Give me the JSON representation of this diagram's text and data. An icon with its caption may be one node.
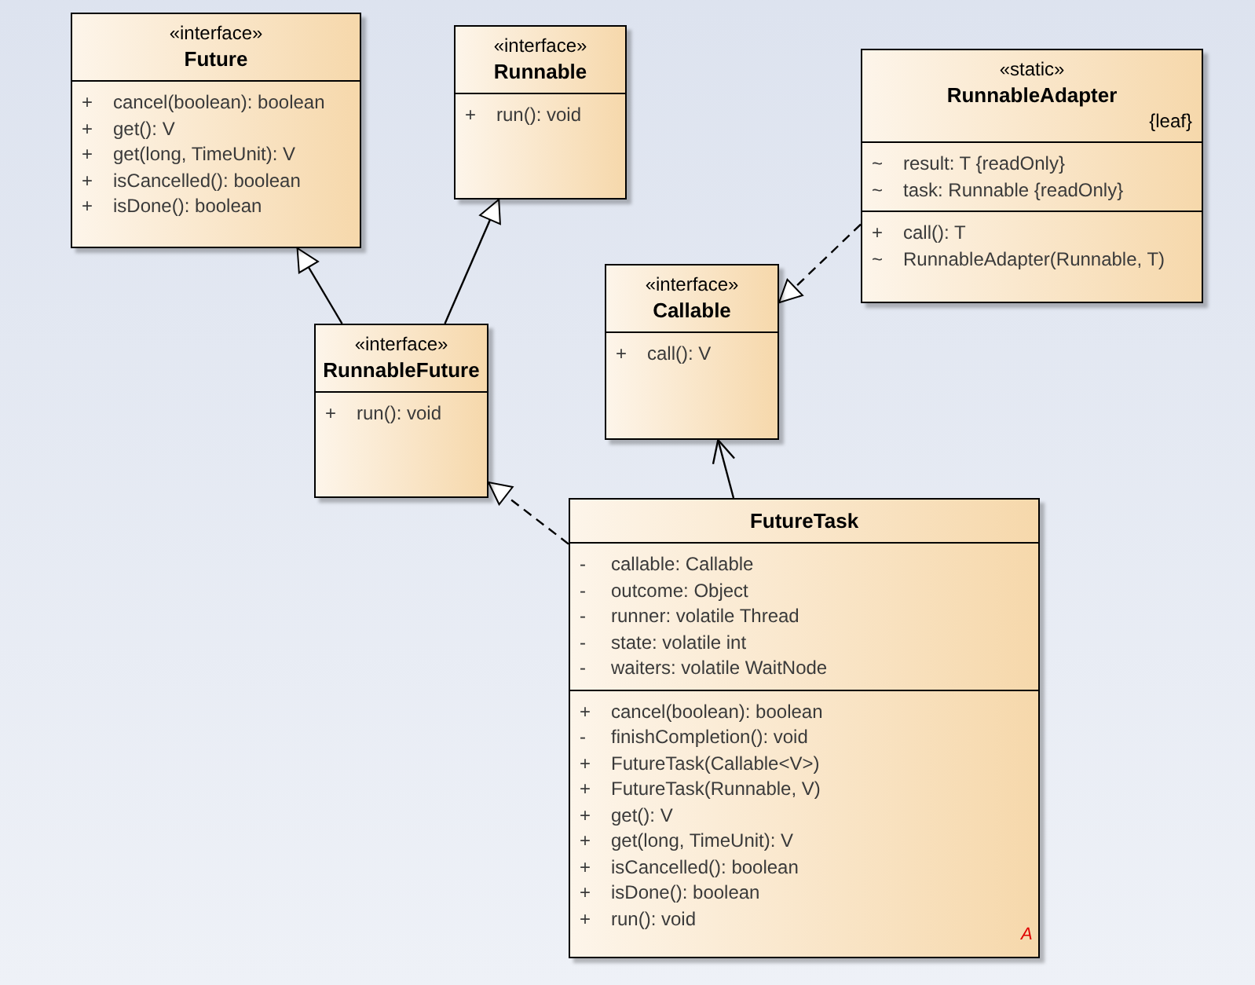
{
  "diagram": {
    "nodes": [
      {
        "text": [
          "«interface»",
          "Future",
          "+ cancel(boolean): boolean",
          "+ get(): V",
          "+ get(long, TimeUnit): V",
          "+ isCancelled(): boolean",
          "+ isDone(): boolean"
        ]
      },
      {
        "text": [
          "«interface»",
          "Runnable",
          "+ run(): void"
        ]
      },
      {
        "text": [
          "«static»",
          "RunnableAdapter",
          "{leaf}",
          "~ result: T {readOnly}",
          "~ task: Runnable {readOnly}",
          "+ call(): T",
          "~ RunnableAdapter(Runnable, T)"
        ]
      },
      {
        "text": [
          "«interface»",
          "Callable",
          "+ call(): V"
        ]
      },
      {
        "text": [
          "«interface»",
          "RunnableFuture",
          "+ run(): void"
        ]
      },
      {
        "text": [
          "FutureTask",
          "- callable: Callable",
          "- outcome: Object",
          "- runner: volatile Thread",
          "- state: volatile int",
          "- waiters: volatile WaitNode",
          "+ cancel(boolean): boolean",
          "- finishCompletion(): void",
          "+ FutureTask(Callable<V>)",
          "+ FutureTask(Runnable, V)",
          "+ get(): V",
          "+ get(long, TimeUnit): V",
          "+ isCancelled(): boolean",
          "+ isDone(): boolean",
          "+ run(): void"
        ]
      }
    ],
    "edges": [
      {
        "from": 4,
        "to": 0,
        "arrow": "to"
      },
      {
        "from": 4,
        "to": 1,
        "arrow": "to"
      },
      {
        "from": 2,
        "to": 3,
        "arrow": "to",
        "style": "dashed"
      },
      {
        "from": 5,
        "to": 4,
        "arrow": "to",
        "style": "dashed"
      },
      {
        "from": 5,
        "to": 3,
        "arrow": "to"
      }
    ],
    "labels": [
      "A"
    ]
  }
}
